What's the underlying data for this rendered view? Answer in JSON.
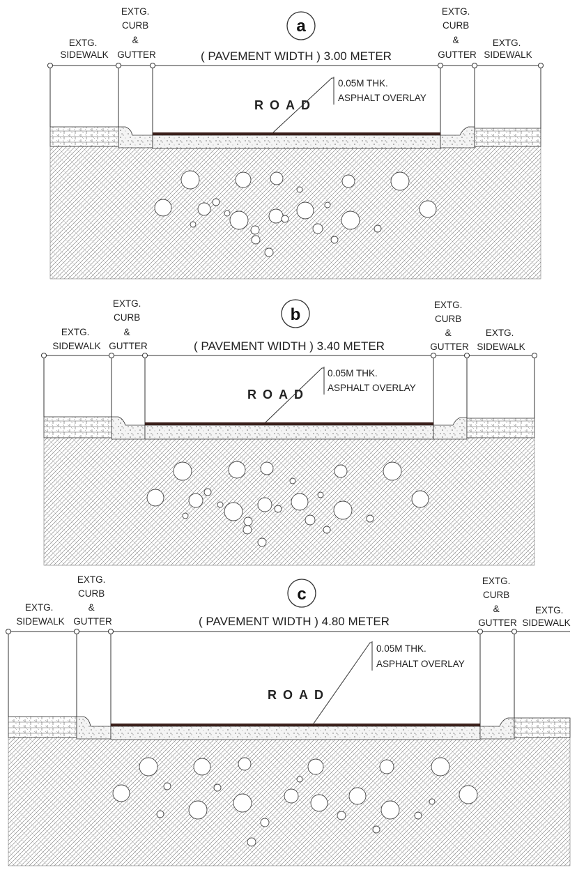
{
  "sections": [
    {
      "letter": "a",
      "pavement_width": "( PAVEMENT WIDTH ) 3.00 METER",
      "overlay_line1": "0.05M THK.",
      "overlay_line2": "ASPHALT OVERLAY",
      "road": "ROAD",
      "left_sidewalk": [
        "EXTG.",
        "SIDEWALK"
      ],
      "left_curb": [
        "EXTG.",
        "CURB",
        "&",
        "GUTTER"
      ],
      "right_curb": [
        "EXTG.",
        "CURB",
        "&",
        "GUTTER"
      ],
      "right_sidewalk": [
        "EXTG.",
        "SIDEWALK"
      ]
    },
    {
      "letter": "b",
      "pavement_width": "( PAVEMENT WIDTH ) 3.40 METER",
      "overlay_line1": "0.05M THK.",
      "overlay_line2": "ASPHALT OVERLAY",
      "road": "ROAD",
      "left_sidewalk": [
        "EXTG.",
        "SIDEWALK"
      ],
      "left_curb": [
        "EXTG.",
        "CURB",
        "&",
        "GUTTER"
      ],
      "right_curb": [
        "EXTG.",
        "CURB",
        "&",
        "GUTTER"
      ],
      "right_sidewalk": [
        "EXTG.",
        "SIDEWALK"
      ]
    },
    {
      "letter": "c",
      "pavement_width": "( PAVEMENT WIDTH ) 4.80 METER",
      "overlay_line1": "0.05M THK.",
      "overlay_line2": "ASPHALT OVERLAY",
      "road": "ROAD",
      "left_sidewalk": [
        "EXTG.",
        "SIDEWALK"
      ],
      "left_curb": [
        "EXTG.",
        "CURB",
        "&",
        "GUTTER"
      ],
      "right_curb": [
        "EXTG.",
        "CURB",
        "&",
        "GUTTER"
      ],
      "right_sidewalk": [
        "EXTG.",
        "SIDEWALK"
      ]
    }
  ],
  "colors": {
    "line": "#333333",
    "asphalt": "#3a1f1a",
    "hatch": "#8a8a8a",
    "concrete": "#f2f2f2"
  }
}
